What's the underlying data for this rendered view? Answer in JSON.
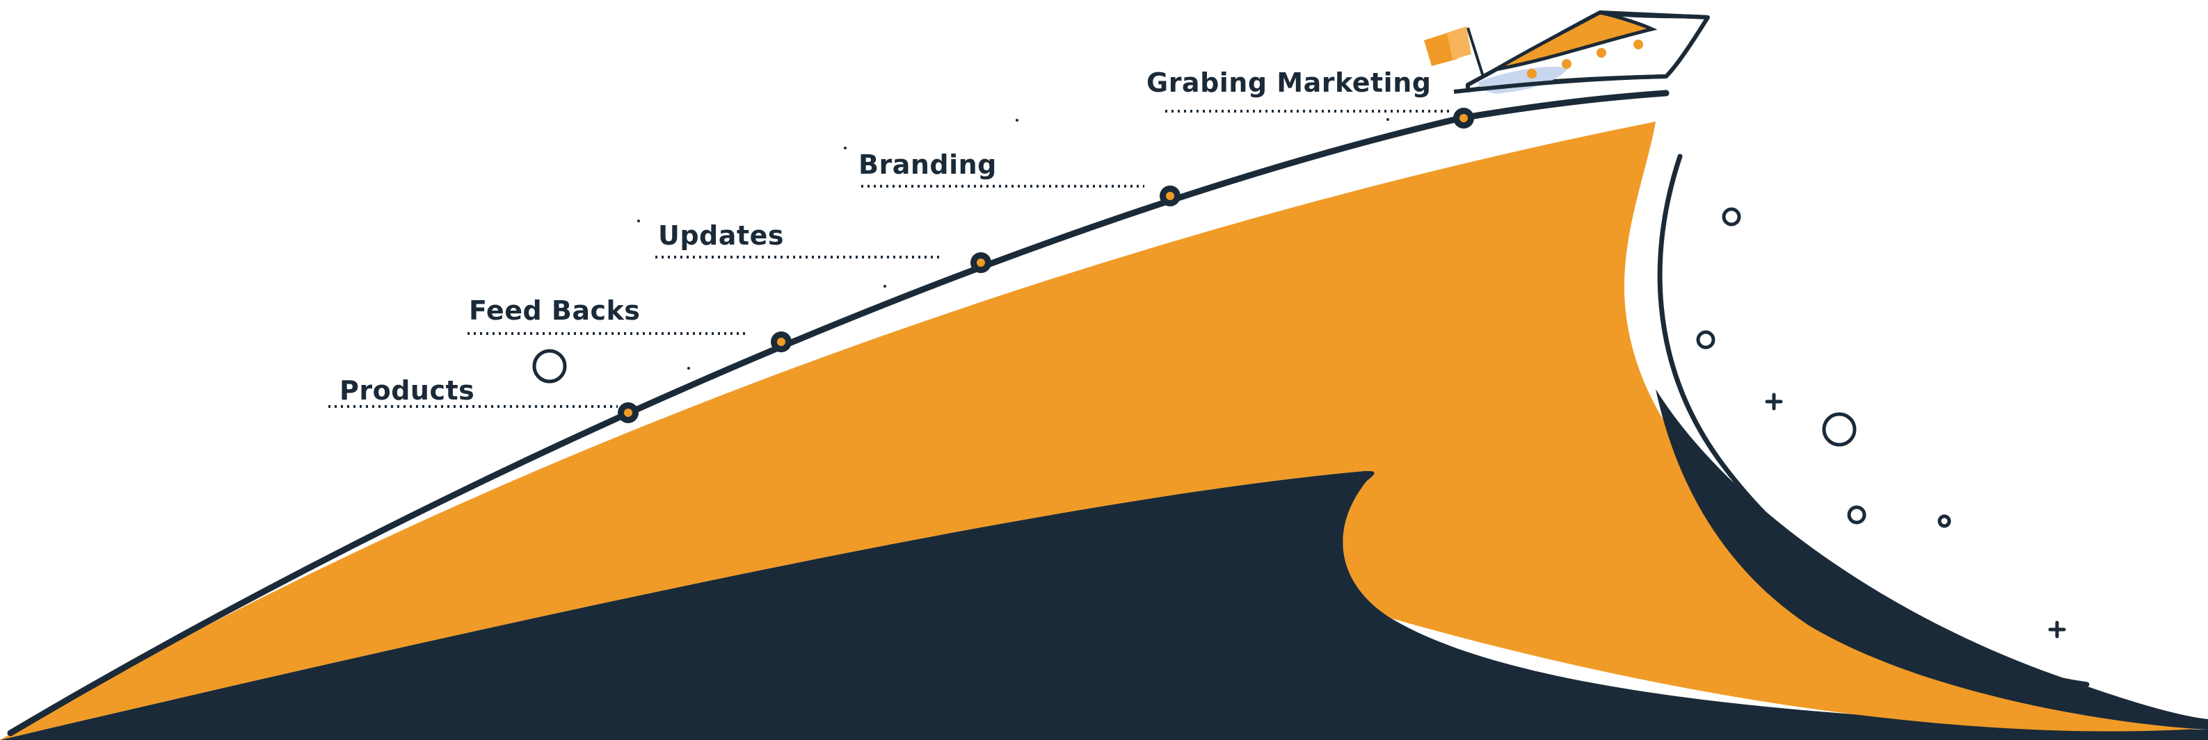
{
  "milestones": [
    {
      "label": "Products"
    },
    {
      "label": "Feed Backs"
    },
    {
      "label": "Updates"
    },
    {
      "label": "Branding"
    },
    {
      "label": "Grabing Marketing"
    }
  ],
  "colors": {
    "navy": "#1b2a38",
    "orange": "#f09b27",
    "flag_light": "#f7b45a",
    "boat_window": "#c9d7ee",
    "background": "#ffffff"
  },
  "icons": {
    "boat": "boat-icon",
    "flag": "flag-icon",
    "bubble": "bubble-icon",
    "sparkle": "plus-sparkle-icon",
    "milestone": "milestone-dot-icon"
  }
}
